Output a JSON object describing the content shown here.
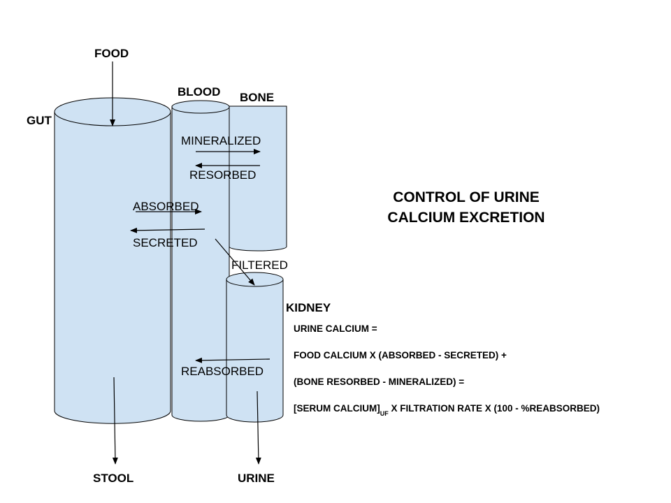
{
  "labels": {
    "food": "FOOD",
    "gut": "GUT",
    "blood": "BLOOD",
    "bone": "BONE",
    "kidney": "KIDNEY",
    "stool": "STOOL",
    "urine": "URINE",
    "mineralized": "MINERALIZED",
    "resorbed": "RESORBED",
    "absorbed": "ABSORBED",
    "secreted": "SECRETED",
    "filtered": "FILTERED",
    "reabsorbed": "REABSORBED"
  },
  "title": {
    "line1": "CONTROL OF URINE",
    "line2": "CALCIUM EXCRETION"
  },
  "equation": {
    "line1": "URINE CALCIUM =",
    "line2": "FOOD CALCIUM  X (ABSORBED - SECRETED) +",
    "line3": "(BONE RESORBED - MINERALIZED) =",
    "line4_pre": "[SERUM CALCIUM]",
    "line4_sub": "UF",
    "line4_post": " X FILTRATION RATE X (100 - %REABSORBED)"
  },
  "colors": {
    "compartment_fill": "#cfe2f3",
    "stroke": "#000000"
  }
}
